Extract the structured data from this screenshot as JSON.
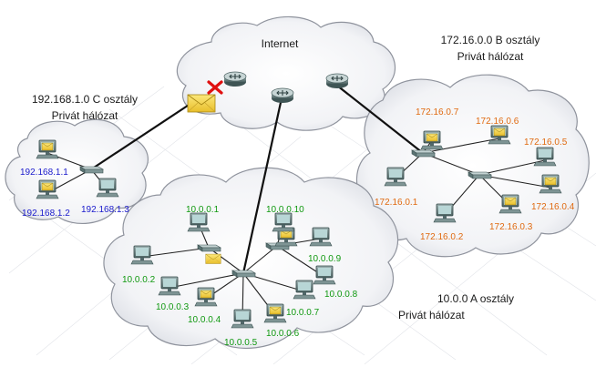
{
  "internet": {
    "label": "Internet"
  },
  "network_c": {
    "title_line1": "192.168.1.0 C osztály",
    "title_line2": "Privát hálózat",
    "hosts": [
      "192.168.1.1",
      "192.168.1.2",
      "192.168.1.3"
    ]
  },
  "network_b": {
    "title_line1": "172.16.0.0 B osztály",
    "title_line2": "Privát hálózat",
    "hosts": [
      "172.16.0.7",
      "172.16.0.6",
      "172.16.0.5",
      "172.16.0.4",
      "172.16.0.3",
      "172.16.0.2",
      "172.16.0.1"
    ]
  },
  "network_a": {
    "title_line1": "10.0.0 A osztály",
    "title_line2": "Privát hálózat",
    "hosts": [
      "10.0.0.1",
      "10.0.0.2",
      "10.0.0.3",
      "10.0.0.4",
      "10.0.0.5",
      "10.0.0.6",
      "10.0.0.7",
      "10.0.0.8",
      "10.0.0.9",
      "10.0.0.10"
    ]
  },
  "colors": {
    "class_c_ip": "#1a1acc",
    "class_b_ip": "#e06a10",
    "class_a_ip": "#119911",
    "blocked_mark": "#e01010",
    "envelope": "#f2d24a"
  }
}
